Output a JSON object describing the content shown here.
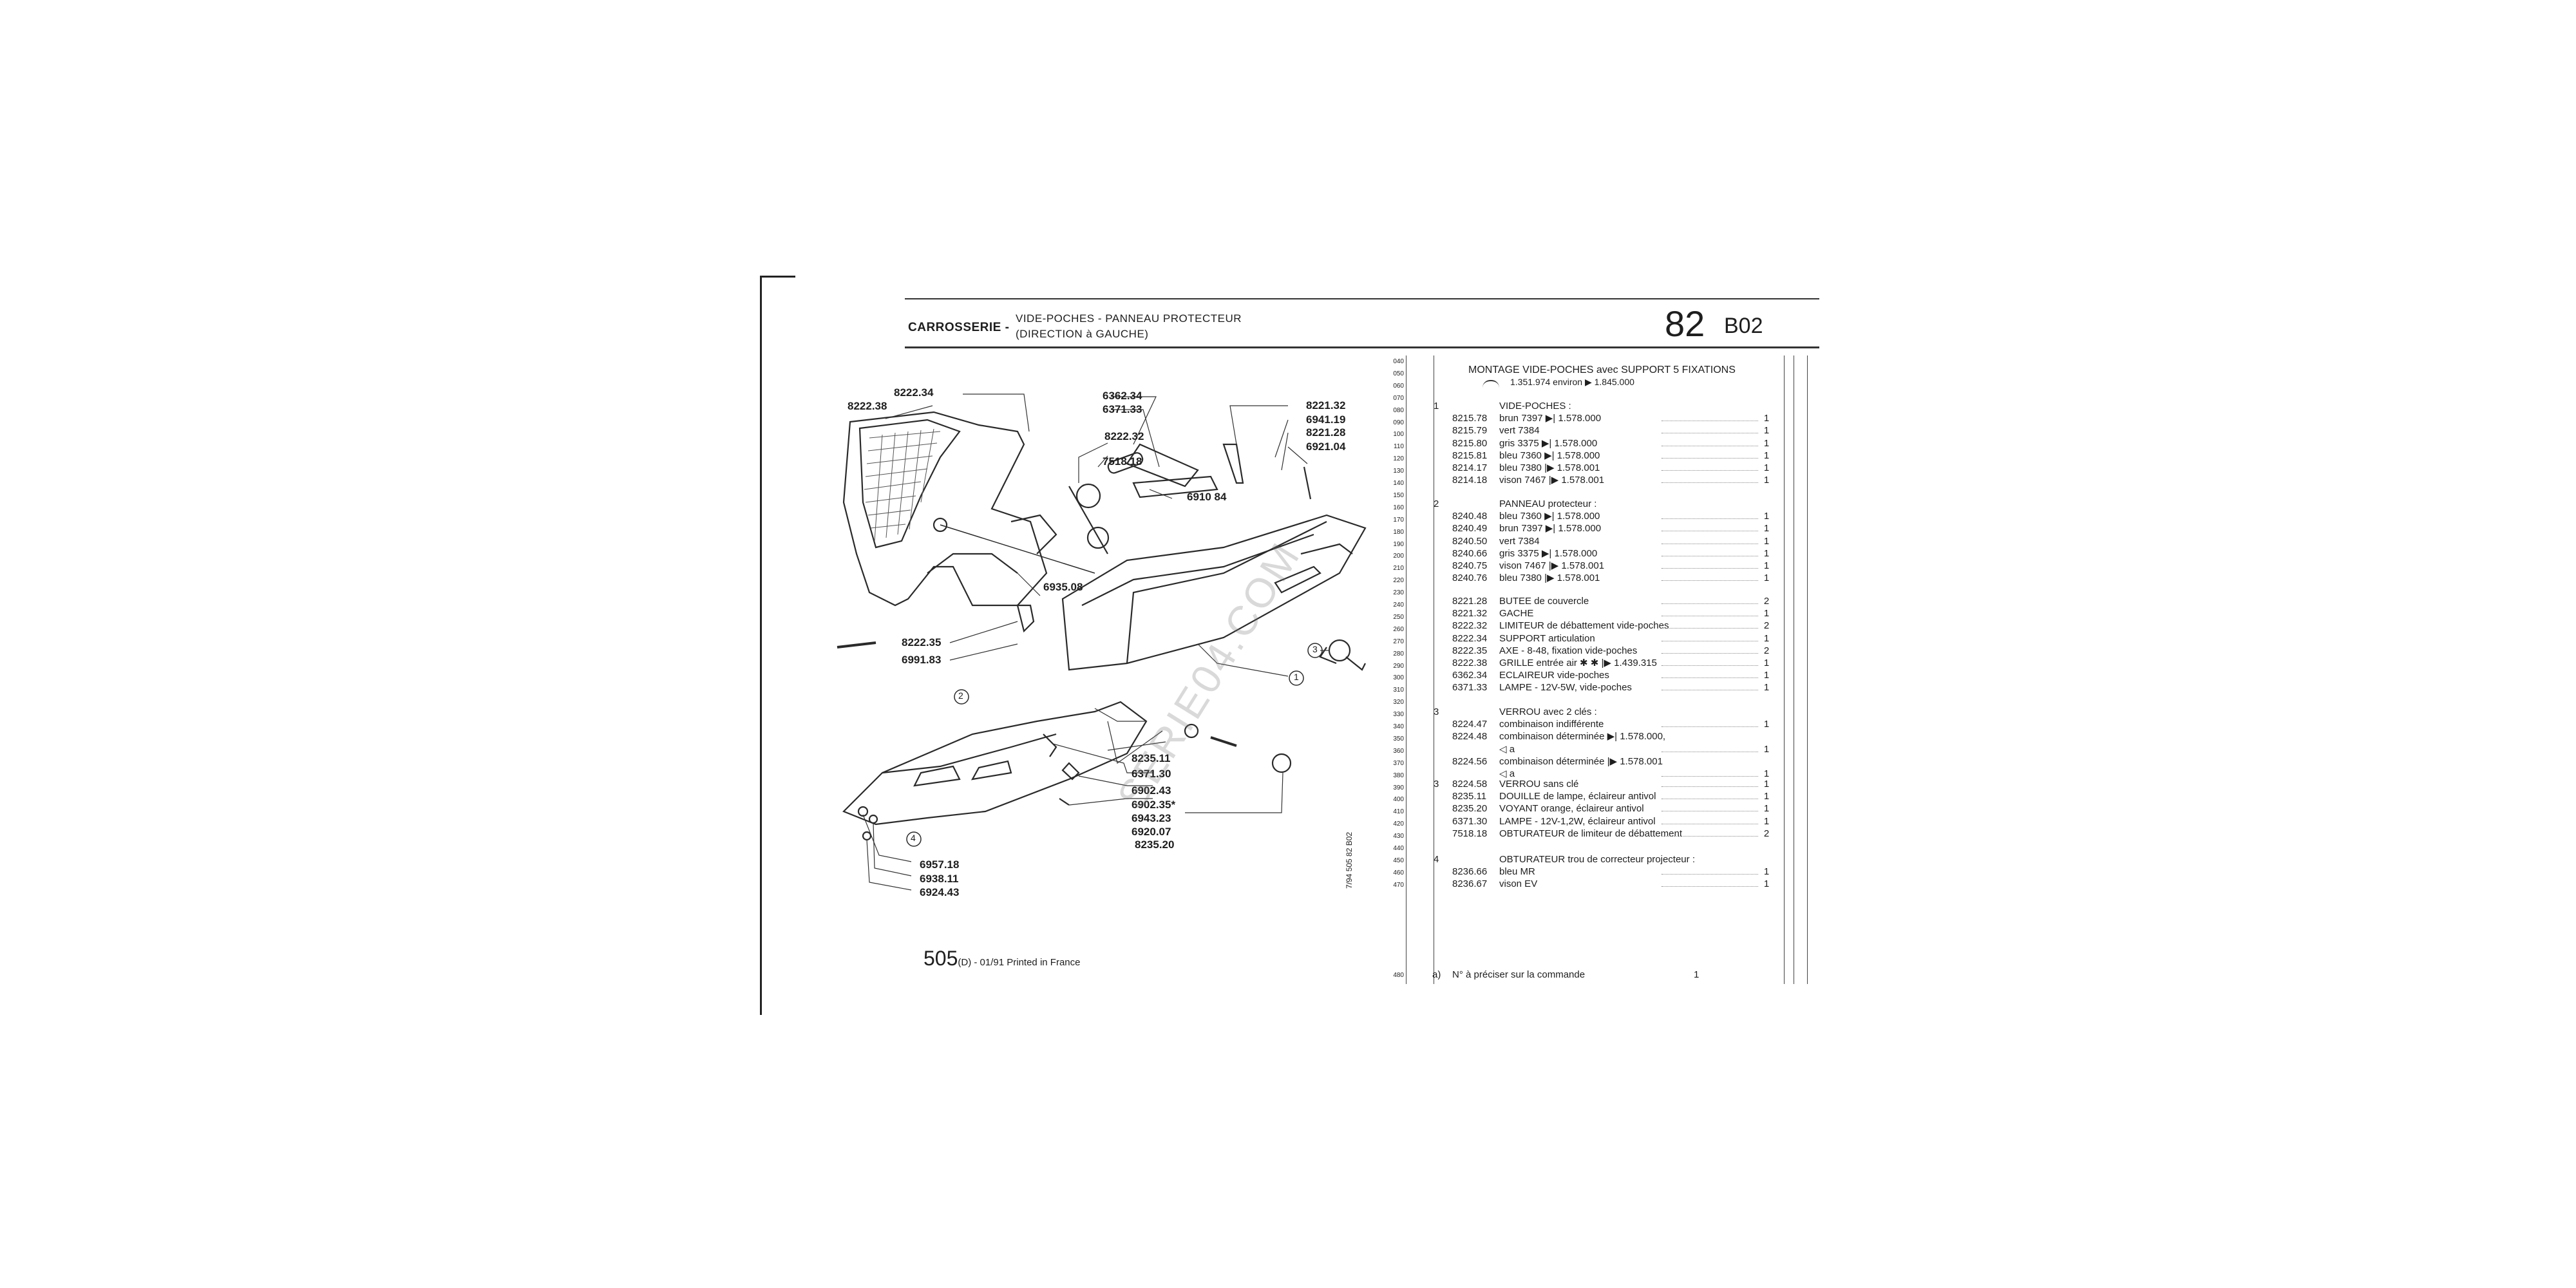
{
  "header": {
    "category": "CARROSSERIE -",
    "title_line1": "VIDE-POCHES - PANNEAU PROTECTEUR",
    "title_line2": "(DIRECTION à GAUCHE)",
    "group_number": "82",
    "subgroup": "B02"
  },
  "footer": {
    "model": "505",
    "model_suffix": "(D) - 01/91 Printed in France",
    "side_code": "7/94  505  82  B02",
    "note_prefix": "a)",
    "note_text": "N° à préciser sur la commande",
    "note_qty": "1",
    "note_line_no": "480"
  },
  "watermark": "SERIE04.COM",
  "callouts": {
    "c1": "8222.34",
    "c2": "8222.38",
    "c3": "8222.35",
    "c4": "6991.83",
    "c5": "6935.08",
    "c6": "6362.34",
    "c7": "6371.33",
    "c8": "8222.32",
    "c9": "7518.18",
    "c10": "6910 84",
    "c11": "8221.32",
    "c12": "6941.19",
    "c13": "8221.28",
    "c14": "6921.04",
    "c15": "8235.11",
    "c16": "6371.30",
    "c17": "6902.43",
    "c18": "6902.35*",
    "c19": "6943.23",
    "c20": "6920.07",
    "c21": "8235.20",
    "c22": "6957.18",
    "c23": "6938.11",
    "c24": "6924.43",
    "m1": "1",
    "m2": "2",
    "m3": "3",
    "m4": "4"
  },
  "line_numbers": [
    "040",
    "050",
    "060",
    "070",
    "080",
    "090",
    "100",
    "110",
    "120",
    "130",
    "140",
    "150",
    "160",
    "170",
    "180",
    "190",
    "200",
    "210",
    "220",
    "230",
    "240",
    "250",
    "260",
    "270",
    "280",
    "290",
    "300",
    "310",
    "320",
    "330",
    "340",
    "350",
    "360",
    "370",
    "380",
    "390",
    "400",
    "410",
    "420",
    "430",
    "440",
    "450",
    "460",
    "470"
  ],
  "parts_list": {
    "heading": "MONTAGE VIDE-POCHES avec SUPPORT 5 FIXATIONS",
    "heading_range": "1.351.974 environ  ▶  1.845.000",
    "sections": [
      {
        "index": "1",
        "title": "VIDE-POCHES :",
        "rows": [
          {
            "ref": "8215.78",
            "desc": "brun  7397  ▶| 1.578.000",
            "qty": "1"
          },
          {
            "ref": "8215.79",
            "desc": "vert  7384",
            "qty": "1"
          },
          {
            "ref": "8215.80",
            "desc": "gris  3375  ▶| 1.578.000",
            "qty": "1"
          },
          {
            "ref": "8215.81",
            "desc": "bleu  7360  ▶| 1.578.000",
            "qty": "1"
          },
          {
            "ref": "8214.17",
            "desc": "bleu  7380  |▶  1.578.001",
            "qty": "1"
          },
          {
            "ref": "8214.18",
            "desc": "vison 7467  |▶  1.578.001",
            "qty": "1"
          }
        ]
      },
      {
        "index": "2",
        "title": "PANNEAU protecteur :",
        "rows": [
          {
            "ref": "8240.48",
            "desc": "bleu  7360  ▶| 1.578.000",
            "qty": "1"
          },
          {
            "ref": "8240.49",
            "desc": "brun  7397  ▶| 1.578.000",
            "qty": "1"
          },
          {
            "ref": "8240.50",
            "desc": "vert  7384",
            "qty": "1"
          },
          {
            "ref": "8240.66",
            "desc": "gris  3375  ▶| 1.578.000",
            "qty": "1"
          },
          {
            "ref": "8240.75",
            "desc": "vison 7467  |▶  1.578.001",
            "qty": "1"
          },
          {
            "ref": "8240.76",
            "desc": "bleu  7380  |▶  1.578.001",
            "qty": "1"
          }
        ]
      },
      {
        "index": "",
        "title": "",
        "rows": [
          {
            "ref": "8221.28",
            "desc": "BUTEE de couvercle",
            "qty": "2"
          },
          {
            "ref": "8221.32",
            "desc": "GACHE",
            "qty": "1"
          },
          {
            "ref": "8222.32",
            "desc": "LIMITEUR de débattement vide-poches",
            "qty": "2"
          },
          {
            "ref": "8222.34",
            "desc": "SUPPORT articulation",
            "qty": "1"
          },
          {
            "ref": "8222.35",
            "desc": "AXE - 8-48, fixation vide-poches",
            "qty": "2"
          },
          {
            "ref": "8222.38",
            "desc": "GRILLE entrée air ✱ ✱ |▶ 1.439.315",
            "qty": "1"
          },
          {
            "ref": "6362.34",
            "desc": "ECLAIREUR vide-poches",
            "qty": "1"
          },
          {
            "ref": "6371.33",
            "desc": "LAMPE - 12V-5W, vide-poches",
            "qty": "1"
          }
        ]
      },
      {
        "index": "3",
        "title": "VERROU avec 2 clés :",
        "rows": [
          {
            "ref": "8224.47",
            "desc": "combinaison indifférente",
            "qty": "1"
          },
          {
            "ref": "8224.48",
            "desc": "combinaison déterminée  ▶| 1.578.000,",
            "qty": ""
          },
          {
            "ref": "",
            "desc": "◁ a",
            "qty": "1"
          },
          {
            "ref": "8224.56",
            "desc": "combinaison déterminée  |▶  1.578.001",
            "qty": ""
          },
          {
            "ref": "",
            "desc": "◁ a",
            "qty": "1"
          }
        ]
      },
      {
        "index": "3",
        "title": "",
        "rows": [
          {
            "ref": "8224.58",
            "desc": "VERROU sans clé",
            "qty": "1"
          },
          {
            "ref": "8235.11",
            "desc": "DOUILLE de lampe, éclaireur antivol",
            "qty": "1"
          },
          {
            "ref": "8235.20",
            "desc": "VOYANT orange, éclaireur antivol",
            "qty": "1"
          },
          {
            "ref": "6371.30",
            "desc": "LAMPE - 12V-1,2W, éclaireur antivol",
            "qty": "1"
          },
          {
            "ref": "7518.18",
            "desc": "OBTURATEUR de limiteur de débattement",
            "qty": "2"
          }
        ]
      },
      {
        "index": "4",
        "title": "OBTURATEUR trou de correcteur projecteur :",
        "rows": [
          {
            "ref": "8236.66",
            "desc": "bleu  MR",
            "qty": "1"
          },
          {
            "ref": "8236.67",
            "desc": "vison EV",
            "qty": "1"
          }
        ]
      }
    ]
  }
}
